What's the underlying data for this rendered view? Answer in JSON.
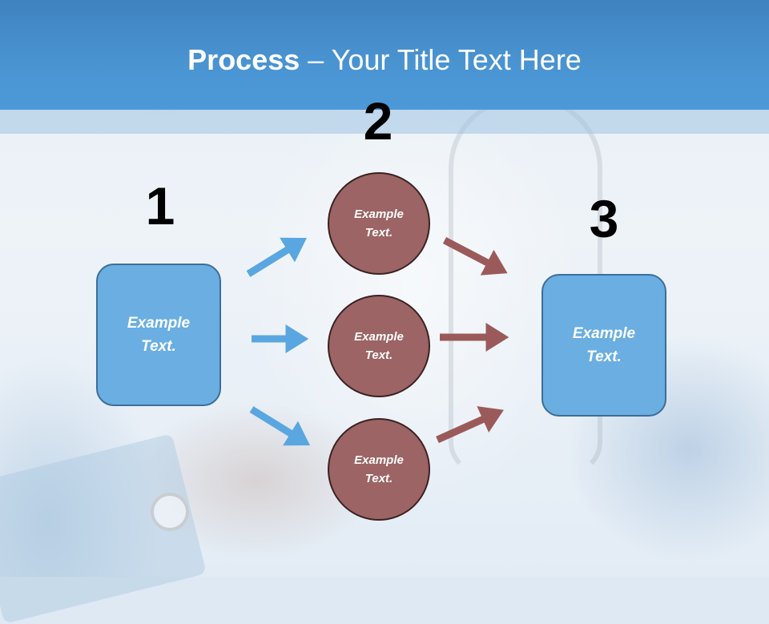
{
  "slide": {
    "title_bold": "Process",
    "title_rest": " – Your Title Text Here"
  },
  "steps": {
    "one": "1",
    "two": "2",
    "three": "3"
  },
  "nodes": {
    "left_box": "Example\nText.",
    "circle_top": "Example\nText.",
    "circle_middle": "Example\nText.",
    "circle_bottom": "Example\nText.",
    "right_box": "Example\nText."
  },
  "colors": {
    "header": "#4a94d2",
    "box_fill": "#6aaee2",
    "circle_fill": "#9c6464",
    "blue_arrow": "#5aa6e0",
    "red_arrow": "#9b5a5a"
  }
}
